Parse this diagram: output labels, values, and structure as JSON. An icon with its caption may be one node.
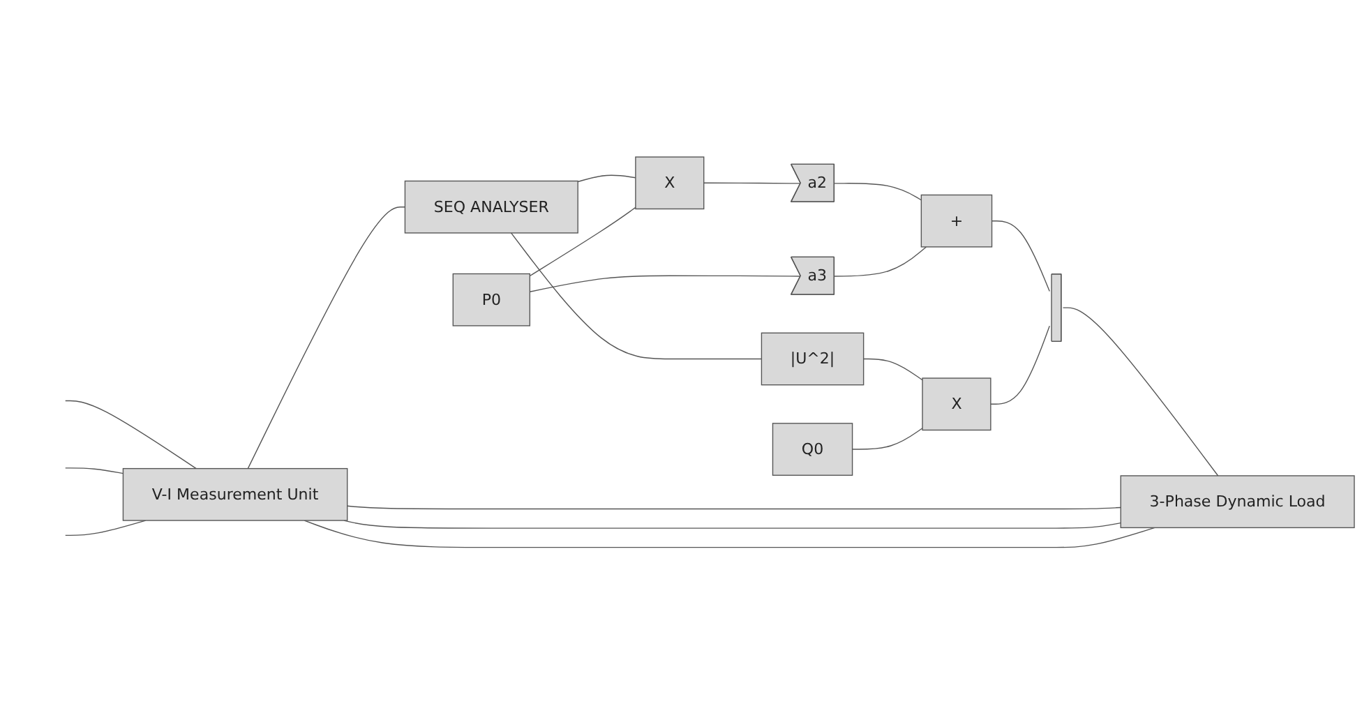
{
  "diagram": {
    "nodes": [
      {
        "text": [
          "SEQ ANALYSER"
        ]
      },
      {
        "text": [
          "X"
        ]
      },
      {
        "text": [
          "a2"
        ]
      },
      {
        "text": [
          "+"
        ]
      },
      {
        "text": [
          "P0"
        ]
      },
      {
        "text": [
          "a3"
        ]
      },
      {
        "text": [
          "|U^2|"
        ]
      },
      {
        "text": [
          "Q0"
        ]
      },
      {
        "text": [
          "X"
        ]
      },
      {
        "text": [],
        "shape": "bar"
      },
      {
        "text": [
          "V-I Measurement Unit"
        ]
      },
      {
        "text": [
          "3-Phase Dynamic Load"
        ]
      }
    ],
    "edges": [
      {
        "from": 10,
        "to": 0,
        "arrow": "none"
      },
      {
        "from": 0,
        "to": 1,
        "arrow": "none"
      },
      {
        "from": 0,
        "to": 6,
        "arrow": "none"
      },
      {
        "from": 4,
        "to": 1,
        "arrow": "none"
      },
      {
        "from": 4,
        "to": 5,
        "arrow": "none"
      },
      {
        "from": 1,
        "to": 2,
        "arrow": "none"
      },
      {
        "from": 2,
        "to": 3,
        "arrow": "none"
      },
      {
        "from": 5,
        "to": 3,
        "arrow": "none"
      },
      {
        "from": 6,
        "to": 8,
        "arrow": "none"
      },
      {
        "from": 7,
        "to": 8,
        "arrow": "none"
      },
      {
        "from": 3,
        "to": 9,
        "arrow": "none"
      },
      {
        "from": 8,
        "to": 9,
        "arrow": "none"
      },
      {
        "from": 9,
        "to": 11,
        "arrow": "none"
      },
      {
        "from": 10,
        "to": 11,
        "arrow": "none"
      },
      {
        "from": 10,
        "to": 11,
        "arrow": "none"
      },
      {
        "from": 10,
        "to": 11,
        "arrow": "none"
      },
      {
        "from": null,
        "to": 10,
        "arrow": "none"
      },
      {
        "from": null,
        "to": 10,
        "arrow": "none"
      },
      {
        "from": null,
        "to": 10,
        "arrow": "none"
      }
    ]
  }
}
